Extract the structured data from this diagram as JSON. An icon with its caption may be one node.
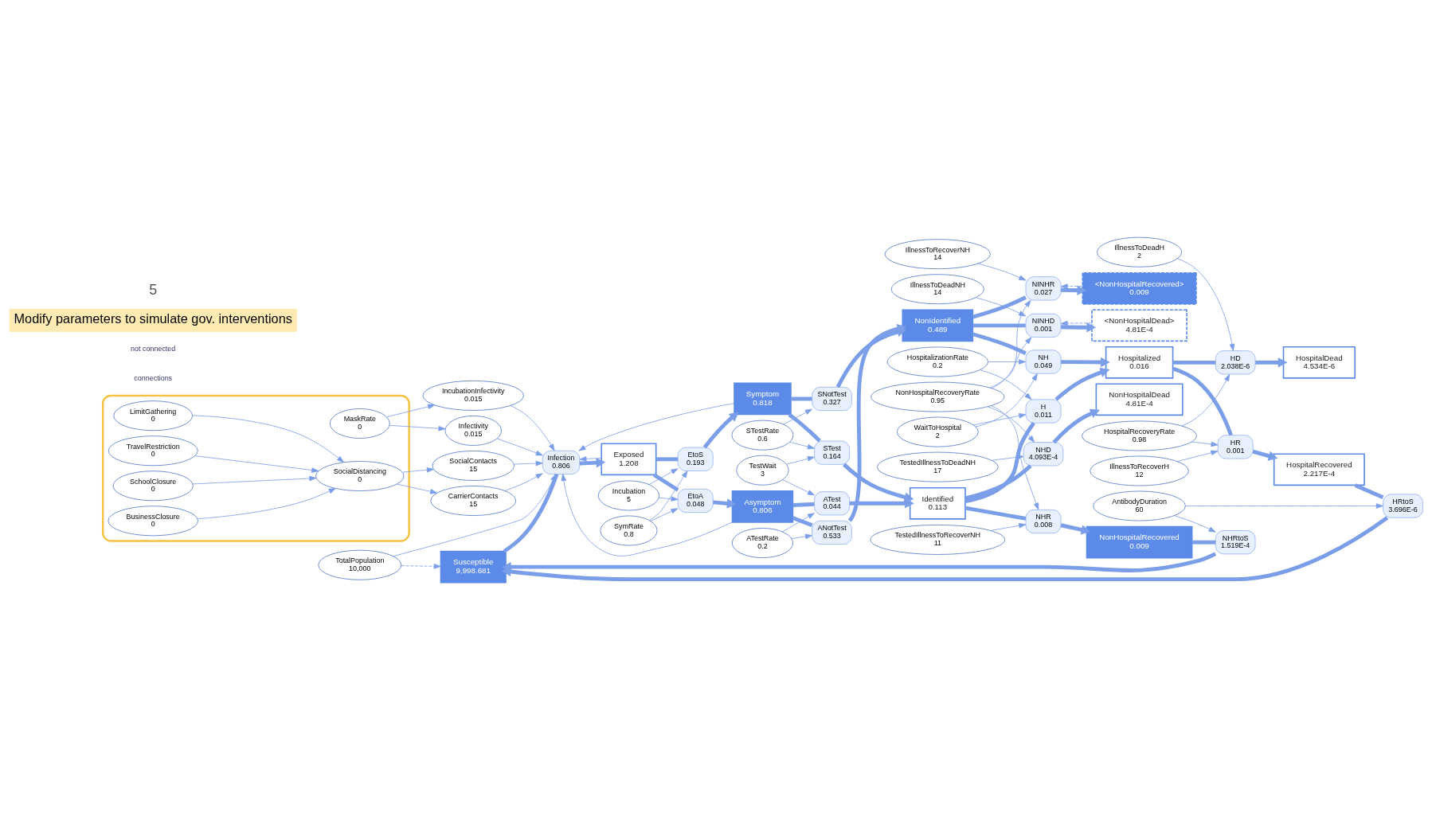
{
  "diagram": {
    "nodes": [
      {
        "text": [
          "Susceptible",
          "9,998.681"
        ]
      },
      {
        "text": [
          "Infection",
          "0.806"
        ]
      },
      {
        "text": [
          "Exposed",
          "1.208"
        ]
      },
      {
        "text": [
          "EtoS",
          "0.193"
        ]
      },
      {
        "text": [
          "EtoA",
          "0.048"
        ]
      },
      {
        "text": [
          "Symptom",
          "0.818"
        ]
      },
      {
        "text": [
          "Asymptom",
          "0.806"
        ]
      },
      {
        "text": [
          "SNotTest",
          "0.327"
        ]
      },
      {
        "text": [
          "ANotTest",
          "0.533"
        ]
      },
      {
        "text": [
          "STest",
          "0.164"
        ]
      },
      {
        "text": [
          "ATest",
          "0.044"
        ]
      },
      {
        "text": [
          "NonIdentified",
          "0.489"
        ]
      },
      {
        "text": [
          "Identified",
          "0.113"
        ]
      },
      {
        "text": [
          "NINHD",
          "0.001"
        ]
      },
      {
        "text": [
          "NINHR",
          "0.027"
        ]
      },
      {
        "text": [
          "<NonHospitalDead>",
          "4.81E-4"
        ]
      },
      {
        "text": [
          "<NonHospitalRecovered>",
          "0.009"
        ]
      },
      {
        "text": [
          "NH",
          "0.049"
        ]
      },
      {
        "text": [
          "H",
          "0.011"
        ]
      },
      {
        "text": [
          "Hospitalized",
          "0.016"
        ]
      },
      {
        "text": [
          "HD",
          "2.038E-6"
        ]
      },
      {
        "text": [
          "HR",
          "0.001"
        ]
      },
      {
        "text": [
          "HospitalDead",
          "4.534E-6"
        ]
      },
      {
        "text": [
          "HospitalRecovered",
          "2.217E-4"
        ]
      },
      {
        "text": [
          "NHD",
          "4.093E-4"
        ]
      },
      {
        "text": [
          "NHR",
          "0.008"
        ]
      },
      {
        "text": [
          "NonHospitalDead",
          "4.81E-4"
        ]
      },
      {
        "text": [
          "NonHospitalRecovered",
          "0.009"
        ]
      },
      {
        "text": [
          "HRtoS",
          "3.696E-6"
        ]
      },
      {
        "text": [
          "NHRtoS",
          "1.519E-4"
        ]
      },
      {
        "text": [
          "TotalPopulation",
          "10,000"
        ]
      },
      {
        "text": [
          "Incubation",
          "5"
        ]
      },
      {
        "text": [
          "SymRate",
          "0.8"
        ]
      },
      {
        "text": [
          "IncubationInfectivity",
          "0.015"
        ]
      },
      {
        "text": [
          "Infectivity",
          "0.015"
        ]
      },
      {
        "text": [
          "SocialContacts",
          "15"
        ]
      },
      {
        "text": [
          "CarrierContacts",
          "15"
        ]
      },
      {
        "text": [
          "STestRate",
          "0.6"
        ]
      },
      {
        "text": [
          "TestWait",
          "3"
        ]
      },
      {
        "text": [
          "ATestRate",
          "0.2"
        ]
      },
      {
        "text": [
          "IllnessToDeadNH",
          "14"
        ]
      },
      {
        "text": [
          "IllnessToRecoverNH",
          "14"
        ]
      },
      {
        "text": [
          "NonHospitalRecoveryRate",
          "0.95"
        ]
      },
      {
        "text": [
          "WaitToHospital",
          "2"
        ]
      },
      {
        "text": [
          "IllnessToDeadH",
          "2"
        ]
      },
      {
        "text": [
          "HospitalRecoveryRate",
          "0.98"
        ]
      },
      {
        "text": [
          "IllnessToRecoverH",
          "12"
        ]
      },
      {
        "text": [
          "HospitalizationRate",
          "0.2"
        ]
      },
      {
        "text": [
          "TestedIllnessToDeadNH",
          "17"
        ]
      },
      {
        "text": [
          "TestedIllnessToRecoverNH",
          "11"
        ]
      },
      {
        "text": [
          "AntibodyDuration",
          "60"
        ]
      },
      {
        "text": [],
        "shape": "box"
      },
      {
        "text": [
          "SocialDistancing",
          "0"
        ],
        "in": 51
      },
      {
        "text": [
          "MaskRate",
          "0"
        ],
        "in": 51
      },
      {
        "text": [
          "LimitGathering",
          "0"
        ],
        "in": 51
      },
      {
        "text": [
          "TravelRestriction",
          "0"
        ],
        "in": 51
      },
      {
        "text": [
          "SchoolClosure",
          "0"
        ],
        "in": 51
      },
      {
        "text": [
          "BusinessClosure",
          "0"
        ],
        "in": 51
      }
    ],
    "edges": [
      {
        "from": 0,
        "to": 1,
        "arrow": "none",
        "style": "thick"
      },
      {
        "from": 1,
        "to": 2,
        "arrow": "to",
        "style": "thick"
      },
      {
        "from": 2,
        "to": 3,
        "arrow": "none",
        "style": "thick"
      },
      {
        "from": 3,
        "to": 5,
        "arrow": "to",
        "style": "thick"
      },
      {
        "from": 2,
        "to": 4,
        "arrow": "none",
        "style": "thick"
      },
      {
        "from": 4,
        "to": 6,
        "arrow": "to",
        "style": "thick"
      },
      {
        "from": 5,
        "to": 7,
        "arrow": "none",
        "style": "thick"
      },
      {
        "from": 7,
        "to": 11,
        "arrow": "to",
        "style": "thick"
      },
      {
        "from": 5,
        "to": 9,
        "arrow": "none",
        "style": "thick"
      },
      {
        "from": 9,
        "to": 12,
        "arrow": "to",
        "style": "thick"
      },
      {
        "from": 6,
        "to": 8,
        "arrow": "none",
        "style": "thick"
      },
      {
        "from": 8,
        "to": 11,
        "arrow": "to",
        "style": "thick"
      },
      {
        "from": 6,
        "to": 10,
        "arrow": "none",
        "style": "thick"
      },
      {
        "from": 10,
        "to": 12,
        "arrow": "to",
        "style": "thick"
      },
      {
        "from": 11,
        "to": 13,
        "arrow": "none",
        "style": "thick"
      },
      {
        "from": 13,
        "to": 15,
        "arrow": "to",
        "style": "thick"
      },
      {
        "from": 11,
        "to": 14,
        "arrow": "none",
        "style": "thick"
      },
      {
        "from": 14,
        "to": 16,
        "arrow": "to",
        "style": "thick"
      },
      {
        "from": 11,
        "to": 17,
        "arrow": "none",
        "style": "thick"
      },
      {
        "from": 17,
        "to": 19,
        "arrow": "to",
        "style": "thick"
      },
      {
        "from": 12,
        "to": 18,
        "arrow": "none",
        "style": "thick"
      },
      {
        "from": 18,
        "to": 19,
        "arrow": "to",
        "style": "thick"
      },
      {
        "from": 19,
        "to": 20,
        "arrow": "none",
        "style": "thick"
      },
      {
        "from": 20,
        "to": 22,
        "arrow": "to",
        "style": "thick"
      },
      {
        "from": 19,
        "to": 21,
        "arrow": "none",
        "style": "thick"
      },
      {
        "from": 21,
        "to": 23,
        "arrow": "to",
        "style": "thick"
      },
      {
        "from": 12,
        "to": 24,
        "arrow": "none",
        "style": "thick"
      },
      {
        "from": 24,
        "to": 26,
        "arrow": "to",
        "style": "thick"
      },
      {
        "from": 12,
        "to": 25,
        "arrow": "none",
        "style": "thick"
      },
      {
        "from": 25,
        "to": 27,
        "arrow": "to",
        "style": "thick"
      },
      {
        "from": 23,
        "to": 28,
        "arrow": "none",
        "style": "thick"
      },
      {
        "from": 28,
        "to": 0,
        "arrow": "to",
        "style": "thick"
      },
      {
        "from": 27,
        "to": 29,
        "arrow": "none",
        "style": "thick"
      },
      {
        "from": 29,
        "to": 0,
        "arrow": "to",
        "style": "thick"
      },
      {
        "from": 30,
        "to": 1,
        "arrow": "to"
      },
      {
        "from": 30,
        "to": 0,
        "arrow": "to",
        "style": "dashed"
      },
      {
        "from": 2,
        "to": 1,
        "arrow": "to"
      },
      {
        "from": 5,
        "to": 1,
        "arrow": "to"
      },
      {
        "from": 6,
        "to": 1,
        "arrow": "to"
      },
      {
        "from": 33,
        "to": 1,
        "arrow": "to"
      },
      {
        "from": 34,
        "to": 1,
        "arrow": "to"
      },
      {
        "from": 35,
        "to": 1,
        "arrow": "to"
      },
      {
        "from": 36,
        "to": 1,
        "arrow": "to"
      },
      {
        "from": 52,
        "to": 35,
        "arrow": "to"
      },
      {
        "from": 52,
        "to": 36,
        "arrow": "to"
      },
      {
        "from": 53,
        "to": 34,
        "arrow": "to"
      },
      {
        "from": 53,
        "to": 33,
        "arrow": "to"
      },
      {
        "from": 54,
        "to": 52,
        "arrow": "to"
      },
      {
        "from": 56,
        "to": 52,
        "arrow": "to"
      },
      {
        "from": 57,
        "to": 52,
        "arrow": "to"
      },
      {
        "from": 55,
        "to": 52,
        "arrow": "to"
      },
      {
        "from": 31,
        "to": 3,
        "arrow": "to"
      },
      {
        "from": 31,
        "to": 4,
        "arrow": "to"
      },
      {
        "from": 32,
        "to": 3,
        "arrow": "to"
      },
      {
        "from": 32,
        "to": 4,
        "arrow": "to"
      },
      {
        "from": 37,
        "to": 7,
        "arrow": "to"
      },
      {
        "from": 37,
        "to": 9,
        "arrow": "to"
      },
      {
        "from": 38,
        "to": 9,
        "arrow": "to"
      },
      {
        "from": 38,
        "to": 10,
        "arrow": "to"
      },
      {
        "from": 39,
        "to": 8,
        "arrow": "to"
      },
      {
        "from": 39,
        "to": 10,
        "arrow": "to"
      },
      {
        "from": 40,
        "to": 13,
        "arrow": "to"
      },
      {
        "from": 15,
        "to": 13,
        "arrow": "to",
        "style": "dashed"
      },
      {
        "from": 41,
        "to": 14,
        "arrow": "to"
      },
      {
        "from": 16,
        "to": 14,
        "arrow": "to",
        "style": "dashed"
      },
      {
        "from": 42,
        "to": 13,
        "arrow": "to"
      },
      {
        "from": 42,
        "to": 14,
        "arrow": "to"
      },
      {
        "from": 43,
        "to": 17,
        "arrow": "to"
      },
      {
        "from": 47,
        "to": 17,
        "arrow": "to"
      },
      {
        "from": 43,
        "to": 18,
        "arrow": "to"
      },
      {
        "from": 47,
        "to": 18,
        "arrow": "to"
      },
      {
        "from": 44,
        "to": 20,
        "arrow": "to"
      },
      {
        "from": 45,
        "to": 20,
        "arrow": "to"
      },
      {
        "from": 45,
        "to": 21,
        "arrow": "to"
      },
      {
        "from": 46,
        "to": 21,
        "arrow": "to"
      },
      {
        "from": 48,
        "to": 24,
        "arrow": "to"
      },
      {
        "from": 42,
        "to": 24,
        "arrow": "to"
      },
      {
        "from": 49,
        "to": 25,
        "arrow": "to"
      },
      {
        "from": 42,
        "to": 25,
        "arrow": "to"
      },
      {
        "from": 50,
        "to": 28,
        "arrow": "to"
      },
      {
        "from": 50,
        "to": 29,
        "arrow": "to"
      }
    ],
    "labels": [
      "connections",
      "not connected",
      "Modify parameters to simulate gov. interventions",
      "5"
    ]
  }
}
